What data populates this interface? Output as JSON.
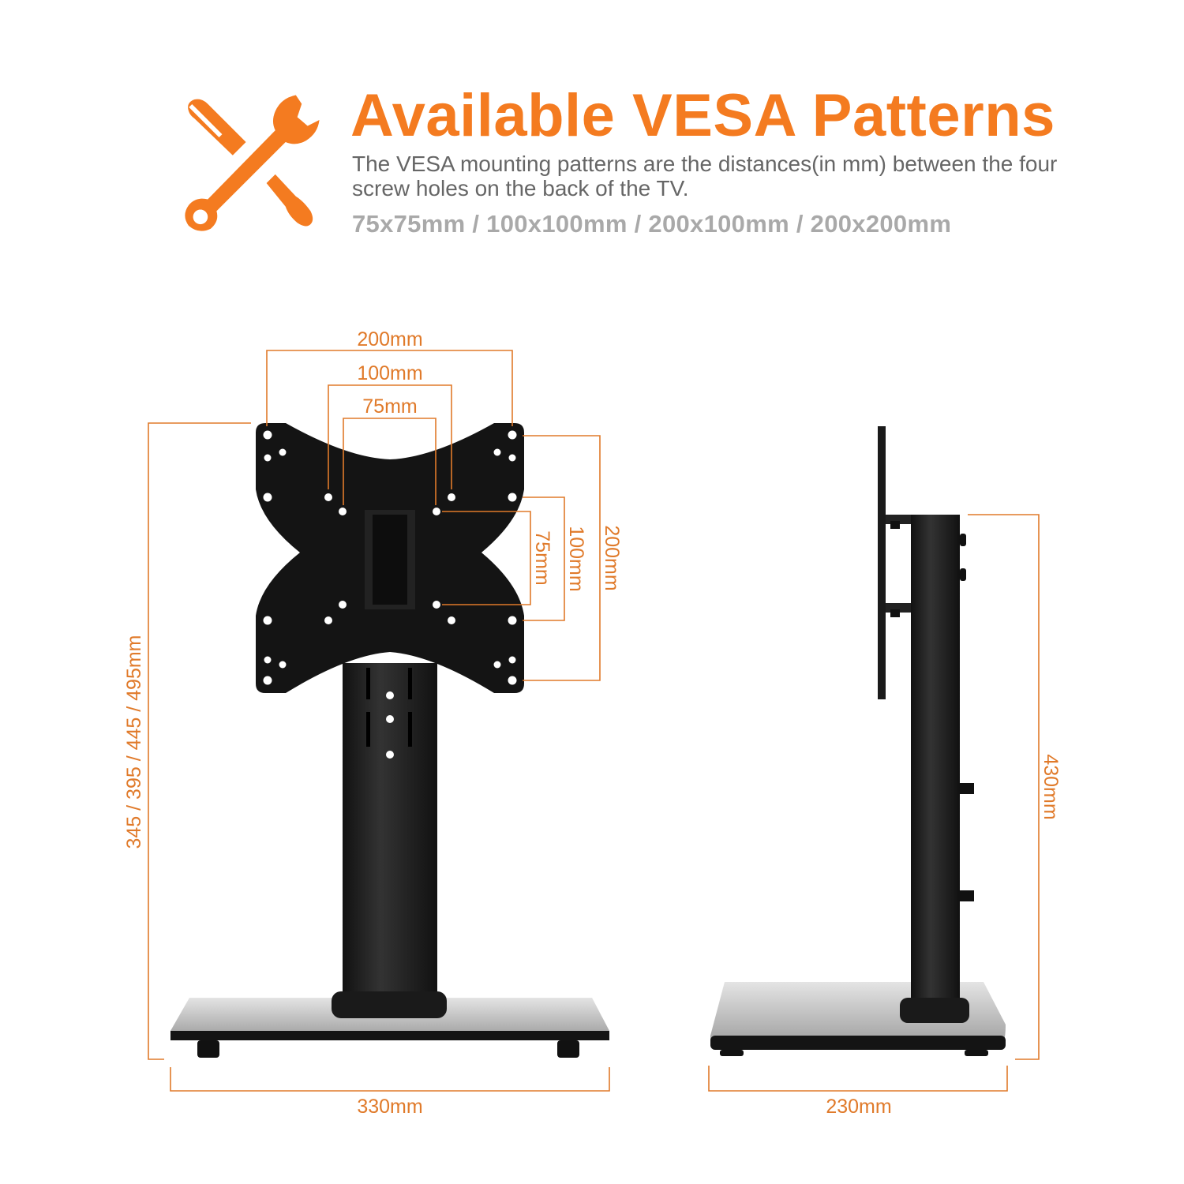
{
  "header": {
    "icon": "wrench-screwdriver-icon",
    "title": "Available VESA Patterns",
    "description": "The VESA mounting patterns are the distances(in mm) between the four screw holes on the back of the TV.",
    "patterns": "75x75mm / 100x100mm / 200x100mm / 200x200mm"
  },
  "colors": {
    "accent": "#f47b20",
    "dimension_line": "#e07a2a",
    "description_text": "#666666",
    "patterns_text": "#a9a9a9",
    "stand": "#1a1a1a"
  },
  "front_view": {
    "horizontal_dims": [
      "200mm",
      "100mm",
      "75mm"
    ],
    "vertical_dims": [
      "75mm",
      "100mm",
      "200mm"
    ],
    "height_dim": "345 / 395 / 445 / 495mm",
    "base_width": "330mm"
  },
  "side_view": {
    "height_dim": "430mm",
    "base_depth": "230mm"
  }
}
